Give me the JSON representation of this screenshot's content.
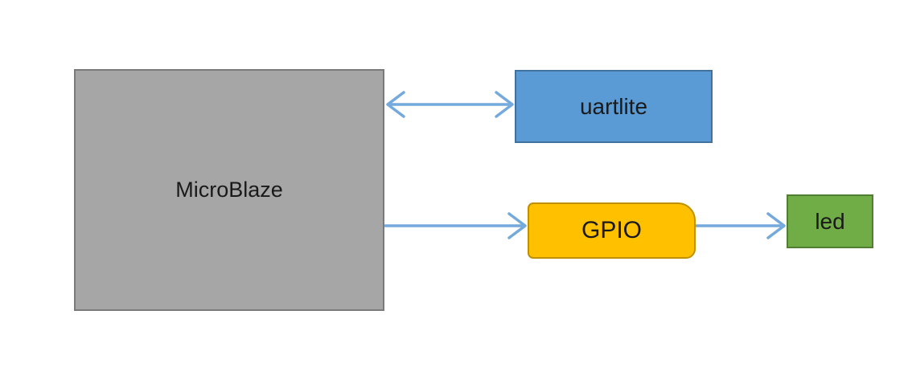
{
  "diagram": {
    "background_color": "#ffffff",
    "nodes": [
      {
        "id": "microblaze",
        "label": "MicroBlaze",
        "shape": "rectangle",
        "fill": "#a6a6a6",
        "border": "#7a7a7a",
        "text_color": "#1a1a1a"
      },
      {
        "id": "uartlite",
        "label": "uartlite",
        "shape": "rectangle",
        "fill": "#5b9bd5",
        "border": "#41719c",
        "text_color": "#1a1a1a"
      },
      {
        "id": "gpio",
        "label": "GPIO",
        "shape": "rounded-rectangle",
        "fill": "#ffc000",
        "border": "#bf9000",
        "text_color": "#1a1a1a"
      },
      {
        "id": "led",
        "label": "led",
        "shape": "rectangle",
        "fill": "#70ad47",
        "border": "#507e32",
        "text_color": "#1a1a1a"
      }
    ],
    "connections": [
      {
        "from": "microblaze",
        "to": "uartlite",
        "direction": "bidirectional",
        "color": "#74a9dc"
      },
      {
        "from": "microblaze",
        "to": "gpio",
        "direction": "one-way",
        "color": "#74a9dc"
      },
      {
        "from": "gpio",
        "to": "led",
        "direction": "one-way",
        "color": "#74a9dc"
      }
    ]
  }
}
